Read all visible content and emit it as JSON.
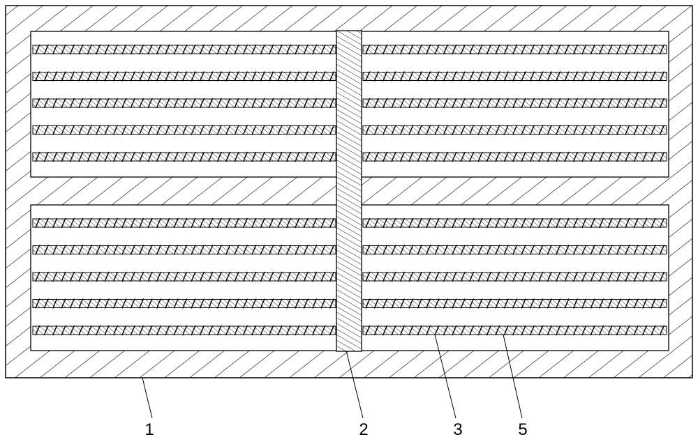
{
  "callouts": [
    {
      "label": "1",
      "part": "outer-frame"
    },
    {
      "label": "2",
      "part": "center-divider"
    },
    {
      "label": "3",
      "part": "threaded-rod"
    },
    {
      "label": "5",
      "part": "channel-slot"
    }
  ],
  "colors": {
    "line": "#000000",
    "background": "#ffffff"
  },
  "structure": {
    "panels": 2,
    "rods_per_panel": 5,
    "halves_per_rod": 2
  }
}
